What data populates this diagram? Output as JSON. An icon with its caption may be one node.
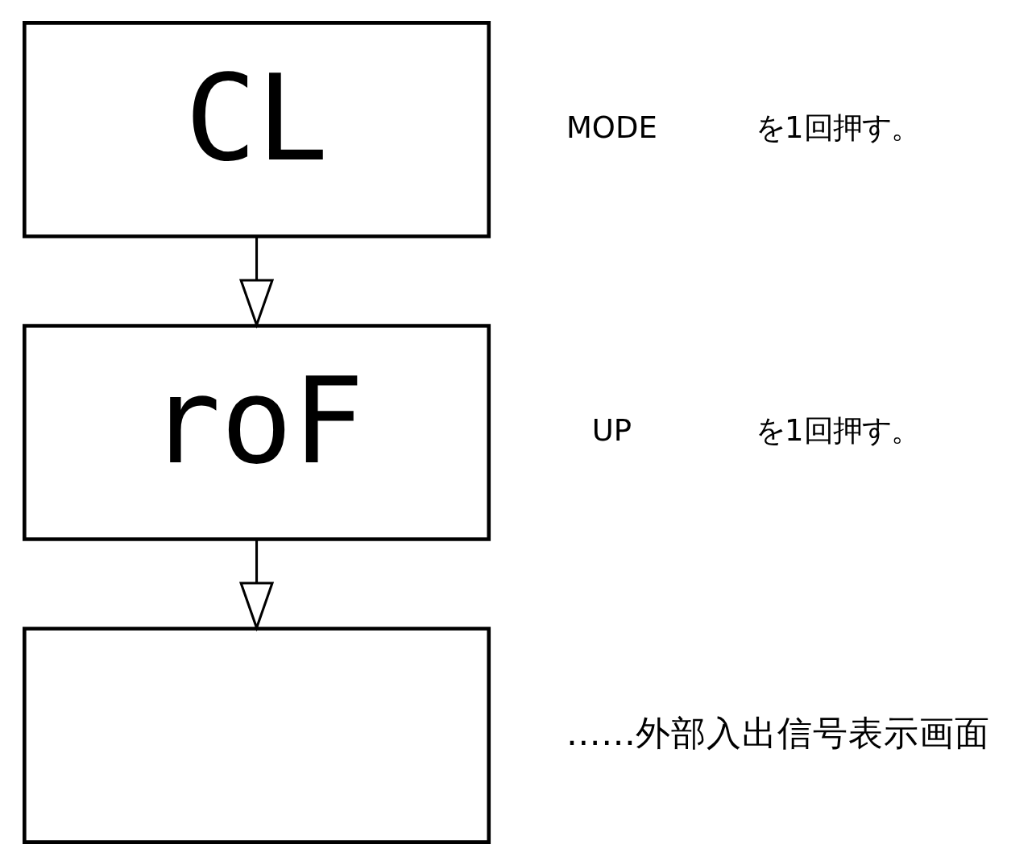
{
  "diagram": {
    "nodes": [
      {
        "text": [
          "CL"
        ]
      },
      {
        "text": [
          "roF"
        ]
      },
      {
        "text": [],
        "shape": "box",
        "beside": [
          "……外部入出信号表示画面"
        ]
      }
    ],
    "edges": [
      {
        "from": 0,
        "to": 1,
        "arrow": "to"
      },
      {
        "from": 1,
        "to": 2,
        "arrow": "to"
      }
    ],
    "labels": [
      "MODE",
      "を1回押す。",
      "UP",
      "を1回押す。"
    ]
  }
}
